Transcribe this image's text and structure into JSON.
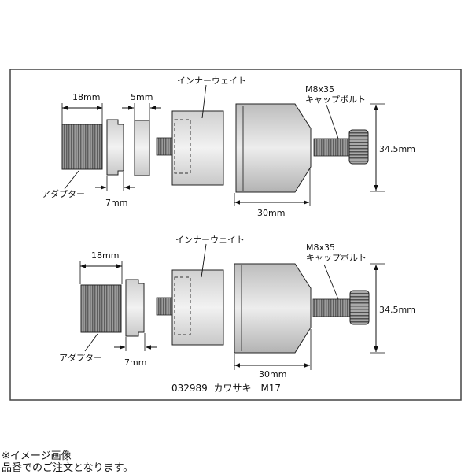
{
  "colors": {
    "frame": "#444444",
    "part_dark": "#8a8a8a",
    "part_light": "#d9d9d9",
    "line": "#111111"
  },
  "upper_assembly": {
    "dim_adapter_width": "18mm",
    "dim_spacer": "5mm",
    "dim_collar": "7mm",
    "dim_body_length": "30mm",
    "dim_height": "34.5mm",
    "label_adapter": "アダプター",
    "label_inner_weight": "インナーウェイト",
    "label_bolt_line1": "M8x35",
    "label_bolt_line2": "キャップボルト"
  },
  "lower_assembly": {
    "dim_adapter_width": "18mm",
    "dim_collar": "7mm",
    "dim_body_length": "30mm",
    "dim_height": "34.5mm",
    "label_adapter": "アダプター",
    "label_inner_weight": "インナーウェイト",
    "label_bolt_line1": "M8x35",
    "label_bolt_line2": "キャップボルト"
  },
  "caption": "032989  カワサキ　M17",
  "notes": {
    "line1": "※イメージ画像",
    "line2": "品番でのご注文となります。"
  }
}
